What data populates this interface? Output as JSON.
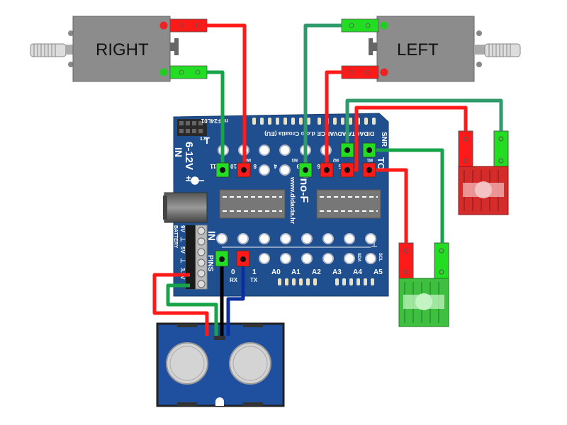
{
  "diagram": {
    "title": "Uno-F wiring diagram",
    "components": {
      "motor_right": {
        "label": "RIGHT"
      },
      "motor_left": {
        "label": "LEFT"
      },
      "board": {
        "name": "Uno-F",
        "website": "www.didacta.hr",
        "maker": "DIDACTA ADVANCE d.o.o Croatia (EU)",
        "radio_header": "nRF24L01",
        "v33": "3.3V",
        "power_label": "6-12V",
        "power_in": "IN",
        "battery_label": "BATTERY",
        "battery_pins": [
          "9V",
          "⊥",
          "5V",
          "⊥",
          "3.3V",
          ""
        ],
        "side_labels": {
          "T": "T",
          "IN": "IN",
          "PINS": "PINS",
          "SNR": "SNR",
          "TO": "TO"
        },
        "top_pins": [
          "11",
          "10",
          "8",
          "4",
          "9",
          "6",
          "5"
        ],
        "motor_labels": [
          "M4",
          "M3",
          "M2",
          "M1"
        ],
        "bottom_pins": [
          "0",
          "1",
          "A0",
          "A1",
          "A2",
          "A3",
          "A4",
          "A5"
        ],
        "bottom_sublabels": [
          "RX",
          "TX"
        ],
        "i2c": [
          "SDA",
          "SCL"
        ]
      },
      "sensor_red": {
        "type": "line-sensor",
        "color": "#e53935"
      },
      "sensor_green": {
        "type": "line-sensor",
        "color": "#3fbf3f"
      },
      "ultrasonic": {
        "type": "ultrasonic-sensor"
      }
    },
    "colors": {
      "board": "#1f4f8f",
      "wire_red": "#ff1a1a",
      "wire_green": "#16a34a",
      "wire_teal": "#2e9a6a",
      "wire_black": "#000000",
      "wire_blue": "#0b2fa0",
      "connector_red": "#ff1a1a",
      "connector_green": "#22dd22",
      "motor_body": "#8c8c8c"
    }
  }
}
